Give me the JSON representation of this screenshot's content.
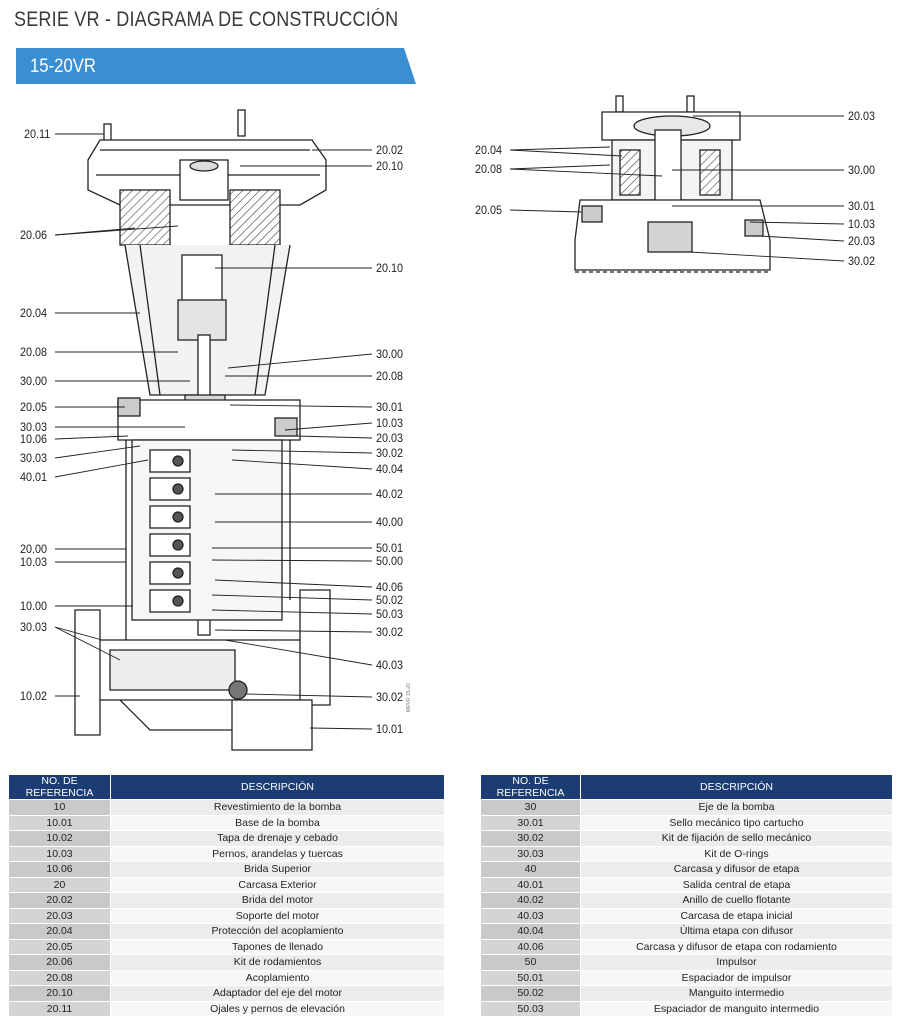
{
  "header": {
    "title": "SERIE VR -  DIAGRAMA DE CONSTRUCCIÓN",
    "banner": "15-20VR"
  },
  "colors": {
    "banner": "#3a8fd3",
    "table_header": "#1c3d73"
  },
  "main_diagram": {
    "left_callouts": [
      "20.11",
      "20.06",
      "20.04",
      "20.08",
      "30.00",
      "20.05",
      "30.03",
      "10.06",
      "30.03",
      "40.01",
      "20.00",
      "10.03",
      "10.00",
      "30.03",
      "10.02"
    ],
    "right_callouts": [
      "20.02",
      "20.10",
      "20.10",
      "30.00",
      "20.08",
      "30.01",
      "10.03",
      "20.03",
      "30.02",
      "40.04",
      "40.02",
      "40.00",
      "50.01",
      "50.00",
      "40.06",
      "50.02",
      "50.03",
      "30.02",
      "40.03",
      "30.02",
      "10.01"
    ]
  },
  "detail_diagram": {
    "left_callouts": [
      "20.04",
      "20.08",
      "20.05"
    ],
    "right_callouts": [
      "20.03",
      "30.00",
      "30.01",
      "10.03",
      "20.03",
      "30.02"
    ]
  },
  "watermark": "MRVR 15-20",
  "table_left": {
    "headers": [
      "NO. DE REFERENCIA",
      "DESCRIPCIÓN"
    ],
    "rows": [
      [
        "10",
        "Revestimiento de la bomba"
      ],
      [
        "10.01",
        "Base de la bomba"
      ],
      [
        "10.02",
        "Tapa de drenaje y cebado"
      ],
      [
        "10.03",
        "Pernos, arandelas y tuercas"
      ],
      [
        "10.06",
        "Brida Superior"
      ],
      [
        "20",
        "Carcasa Exterior"
      ],
      [
        "20.02",
        "Brida del motor"
      ],
      [
        "20.03",
        "Soporte del motor"
      ],
      [
        "20.04",
        "Protección del acoplamiento"
      ],
      [
        "20.05",
        "Tapones de llenado"
      ],
      [
        "20.06",
        "Kit de rodamientos"
      ],
      [
        "20.08",
        "Acoplamiento"
      ],
      [
        "20.10",
        "Adaptador del eje del motor"
      ],
      [
        "20.11",
        "Ojales y pernos de elevación"
      ]
    ]
  },
  "table_right": {
    "headers": [
      "NO. DE REFERENCIA",
      "DESCRIPCIÓN"
    ],
    "rows": [
      [
        "30",
        "Eje de la bomba"
      ],
      [
        "30.01",
        "Sello mecánico tipo cartucho"
      ],
      [
        "30.02",
        "Kit de fijación de sello mecánico"
      ],
      [
        "30.03",
        "Kit de O-rings"
      ],
      [
        "40",
        "Carcasa y difusor de etapa"
      ],
      [
        "40.01",
        "Salida central de etapa"
      ],
      [
        "40.02",
        "Anillo de cuello flotante"
      ],
      [
        "40.03",
        "Carcasa de etapa inicial"
      ],
      [
        "40.04",
        "Última etapa con difusor"
      ],
      [
        "40.06",
        "Carcasa y difusor de etapa con rodamiento"
      ],
      [
        "50",
        "Impulsor"
      ],
      [
        "50.01",
        "Espaciador de impulsor"
      ],
      [
        "50.02",
        "Manguito intermedio"
      ],
      [
        "50.03",
        "Espaciador de manguito intermedio"
      ]
    ]
  }
}
